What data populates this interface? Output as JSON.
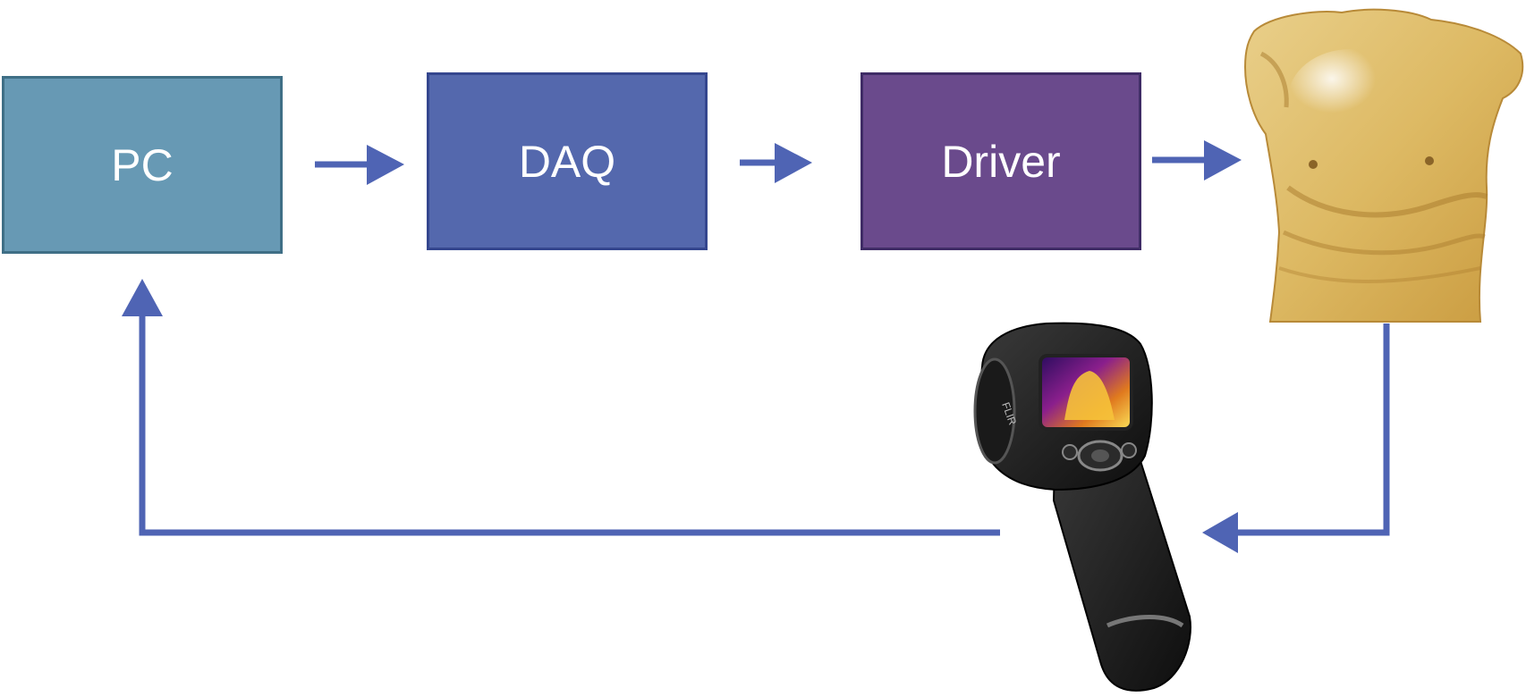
{
  "blocks": {
    "pc": {
      "label": "PC",
      "color": "#6799b4"
    },
    "daq": {
      "label": "DAQ",
      "color": "#5468ad"
    },
    "driver": {
      "label": "Driver",
      "color": "#6a4a8c"
    }
  },
  "arrow_color": "#4f64b4",
  "images": {
    "phantom": "torso-phantom",
    "camera": "thermal-camera"
  },
  "camera_brand": "FLIR"
}
